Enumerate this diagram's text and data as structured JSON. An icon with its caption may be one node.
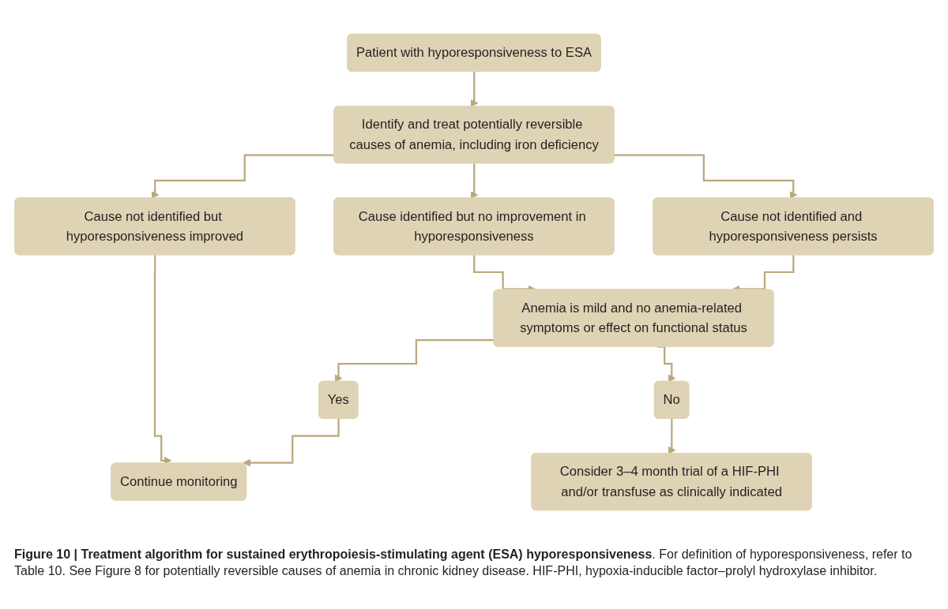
{
  "diagram": {
    "caption": "**Figure 10 | Treatment algorithm for sustained erythropoiesis-stimulating agent (ESA) hyporesponsiveness**. For definition of hyporesponsiveness, refer to Table 10. See Figure 8 for potentially reversible causes of anemia in chronic kidney disease. HIF-PHI, hypoxia-inducible factor–prolyl hydroxylase inhibitor.",
    "nodes": [
      {
        "text": [
          "Patient with hyporesponsiveness to ESA"
        ]
      },
      {
        "text": [
          "Identify and treat potentially reversible causes of anemia, including iron deficiency"
        ]
      },
      {
        "text": [
          "Cause not identified but hyporesponsiveness improved"
        ]
      },
      {
        "text": [
          "Cause identified but no improvement in hyporesponsiveness"
        ]
      },
      {
        "text": [
          "Cause not identified and hyporesponsiveness persists"
        ]
      },
      {
        "text": [
          "Anemia is mild and no anemia-related symptoms or effect on functional status"
        ]
      },
      {
        "text": [
          "Continue monitoring"
        ]
      },
      {
        "text": [
          "Yes"
        ]
      },
      {
        "text": [
          "No"
        ]
      },
      {
        "text": [
          "Consider 3–4 month trial of a HIF-PHI and/or transfuse as clinically indicated"
        ]
      }
    ],
    "edges": [
      {
        "from": 0,
        "to": 1,
        "arrow": "to"
      },
      {
        "from": 1,
        "to": 2,
        "arrow": "to"
      },
      {
        "from": 1,
        "to": 3,
        "arrow": "to"
      },
      {
        "from": 1,
        "to": 4,
        "arrow": "to"
      },
      {
        "from": 2,
        "to": 6,
        "arrow": "to"
      },
      {
        "from": 3,
        "to": 5,
        "arrow": "to"
      },
      {
        "from": 4,
        "to": 5,
        "arrow": "to"
      },
      {
        "from": 5,
        "to": 7,
        "arrow": "to"
      },
      {
        "from": 5,
        "to": 8,
        "arrow": "to"
      },
      {
        "from": 7,
        "to": 6,
        "arrow": "to"
      },
      {
        "from": 8,
        "to": 9,
        "arrow": "to"
      }
    ]
  }
}
